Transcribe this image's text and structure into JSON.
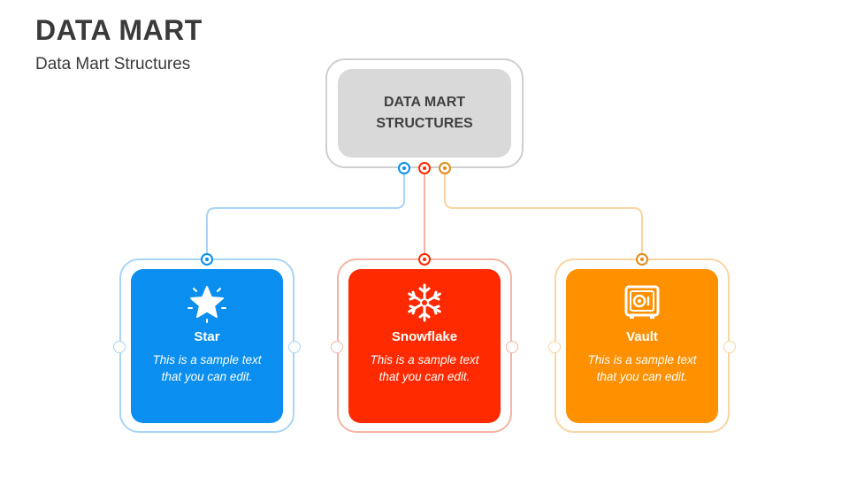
{
  "header": {
    "title": "DATA MART",
    "subtitle": "Data Mart Structures"
  },
  "root": {
    "line1": "DATA MART",
    "line2": "STRUCTURES"
  },
  "cards": [
    {
      "label": "Star",
      "text": "This is a sample text that you can edit.",
      "icon": "star-icon",
      "color": "#0a8ff0",
      "light": "#a8d4f5"
    },
    {
      "label": "Snowflake",
      "text": "This is a sample text that you can edit.",
      "icon": "snowflake-icon",
      "color": "#ff2a00",
      "light": "#f5b3a5"
    },
    {
      "label": "Vault",
      "text": "This is a sample text that you can edit.",
      "icon": "vault-icon",
      "color": "#ff9000",
      "light": "#f9d5a3"
    }
  ],
  "colors": {
    "root_border": "#cfcfcf",
    "root_fill": "#d9d9d9",
    "text_dark": "#3a3a3a"
  }
}
